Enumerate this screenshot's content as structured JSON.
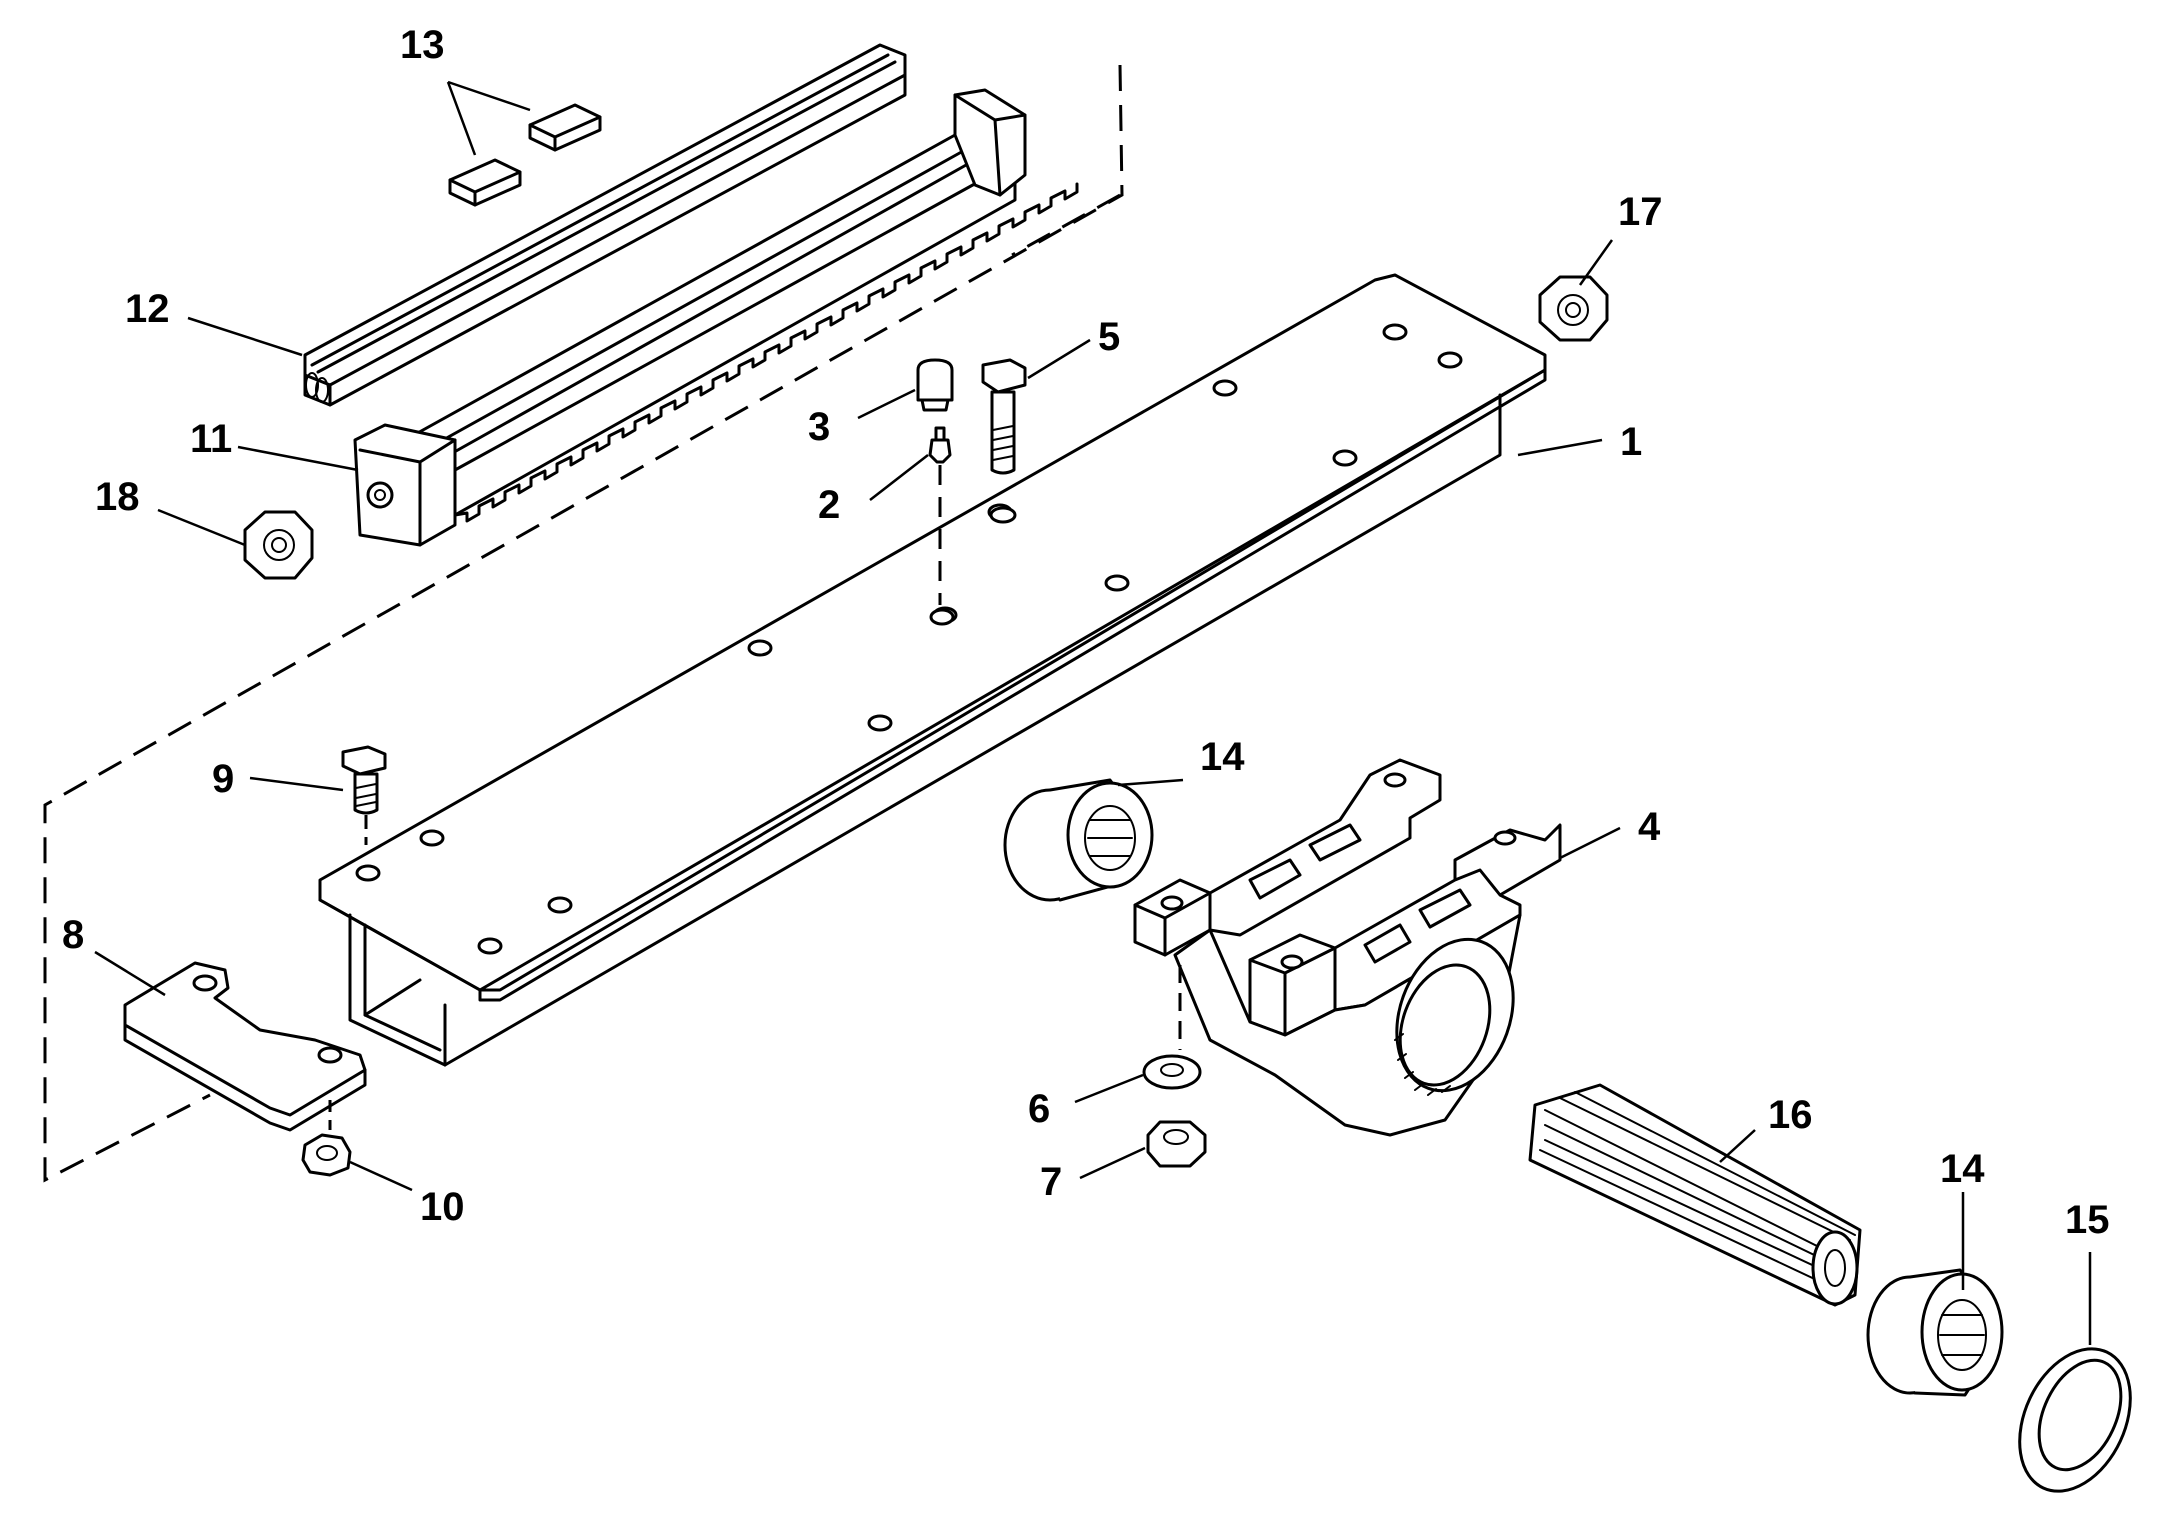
{
  "callouts": [
    {
      "id": "c1",
      "label": "1"
    },
    {
      "id": "c2",
      "label": "2"
    },
    {
      "id": "c3",
      "label": "3"
    },
    {
      "id": "c4",
      "label": "4"
    },
    {
      "id": "c5",
      "label": "5"
    },
    {
      "id": "c6",
      "label": "6"
    },
    {
      "id": "c7",
      "label": "7"
    },
    {
      "id": "c8",
      "label": "8"
    },
    {
      "id": "c9",
      "label": "9"
    },
    {
      "id": "c10",
      "label": "10"
    },
    {
      "id": "c11",
      "label": "11"
    },
    {
      "id": "c12",
      "label": "12"
    },
    {
      "id": "c13",
      "label": "13"
    },
    {
      "id": "c14a",
      "label": "14"
    },
    {
      "id": "c14b",
      "label": "14"
    },
    {
      "id": "c15",
      "label": "15"
    },
    {
      "id": "c16",
      "label": "16"
    },
    {
      "id": "c17",
      "label": "17"
    },
    {
      "id": "c18",
      "label": "18"
    }
  ]
}
